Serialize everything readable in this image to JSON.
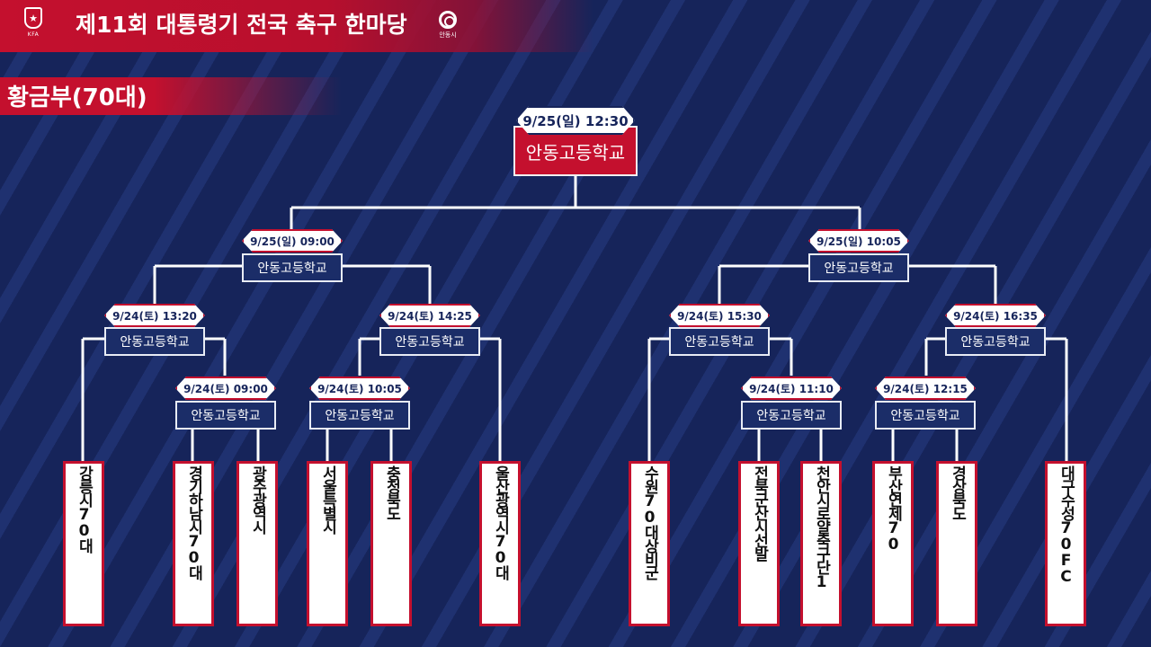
{
  "header": {
    "title": "제11회 대통령기 전국 축구 한마당",
    "kfa_logo_text": "KFA",
    "city_logo_text": "안동시",
    "division": "황금부(70대)"
  },
  "colors": {
    "navy": "#16245a",
    "red": "#c4102e",
    "white": "#ffffff"
  },
  "bracket": {
    "final": {
      "date": "9/25(일) 12:30",
      "winner": "안동고등학교"
    },
    "semis": [
      {
        "date": "9/25(일) 09:00",
        "winner": "안동고등학교"
      },
      {
        "date": "9/25(일) 10:05",
        "winner": "안동고등학교"
      }
    ],
    "quarters": [
      {
        "date": "9/24(토) 13:20",
        "winner": "안동고등학교"
      },
      {
        "date": "9/24(토) 14:25",
        "winner": "안동고등학교"
      },
      {
        "date": "9/24(토) 15:30",
        "winner": "안동고등학교"
      },
      {
        "date": "9/24(토) 16:35",
        "winner": "안동고등학교"
      }
    ],
    "round1": [
      {
        "date": "9/24(토) 09:00",
        "winner": "안동고등학교"
      },
      {
        "date": "9/24(토) 10:05",
        "winner": "안동고등학교"
      },
      {
        "date": "9/24(토) 11:10",
        "winner": "안동고등학교"
      },
      {
        "date": "9/24(토) 12:15",
        "winner": "안동고등학교"
      }
    ],
    "teams": [
      "강릉시70대",
      "경기하남시70대",
      "광주광역시",
      "서울특별시",
      "충청북도",
      "울산광역시70대",
      "수원70대상비군",
      "전북군산시선발",
      "천안시로얄축구단1",
      "부산연제70",
      "경상북도",
      "대구수성70FC"
    ]
  }
}
